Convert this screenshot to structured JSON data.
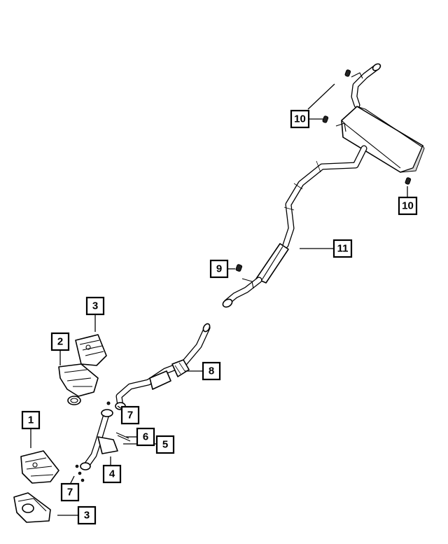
{
  "callouts": {
    "c1": "1",
    "c2": "2",
    "c3_upper": "3",
    "c3_lower": "3",
    "c4": "4",
    "c5": "5",
    "c6": "6",
    "c7_upper": "7",
    "c7_lower": "7",
    "c8": "8",
    "c9": "9",
    "c10_upper": "10",
    "c10_lower": "10",
    "c11": "11"
  }
}
